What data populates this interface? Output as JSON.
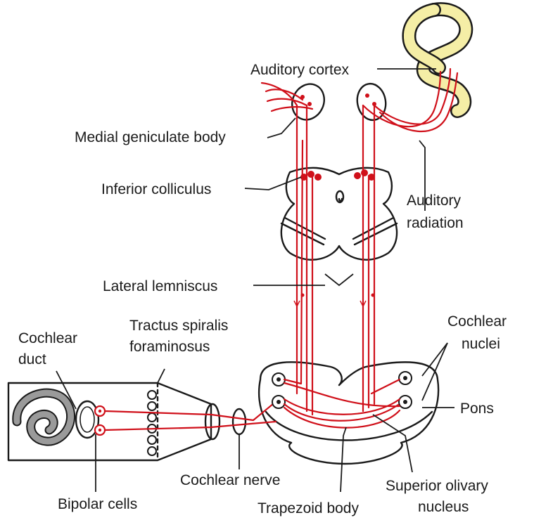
{
  "labels": {
    "auditory_cortex": "Auditory cortex",
    "medial_geniculate_body": "Medial geniculate body",
    "inferior_colliculus": "Inferior colliculus",
    "auditory_radiation_line1": "Auditory",
    "auditory_radiation_line2": "radiation",
    "lateral_lemniscus": "Lateral lemniscus",
    "cochlear_duct_line1": "Cochlear",
    "cochlear_duct_line2": "duct",
    "tractus_line1": "Tractus spiralis",
    "tractus_line2": "foraminosus",
    "cochlear_nuclei_line1": "Cochlear",
    "cochlear_nuclei_line2": "nuclei",
    "pons": "Pons",
    "cochlear_nerve": "Cochlear nerve",
    "bipolar_cells": "Bipolar cells",
    "superior_olivary_line1": "Superior olivary",
    "superior_olivary_line2": "nucleus",
    "trapezoid_body": "Trapezoid body"
  },
  "colors": {
    "pathway": "#d0101a",
    "outline": "#1a1a1a",
    "cortex_fill": "#f5eea6",
    "cochlea_fill": "#9a9a9a"
  }
}
